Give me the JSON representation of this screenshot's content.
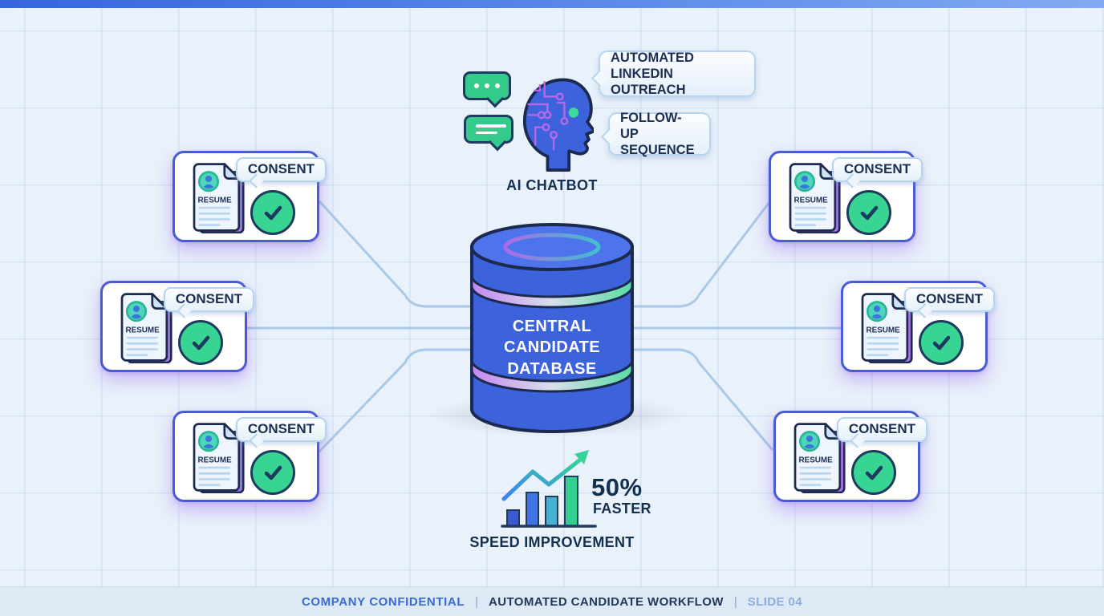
{
  "chatbot": {
    "label": "AI CHATBOT",
    "outreach_bubble": "AUTOMATED LINKEDIN OUTREACH",
    "followup_bubble": "FOLLOW-UP SEQUENCE"
  },
  "database": {
    "line1": "CENTRAL",
    "line2": "CANDIDATE",
    "line3": "DATABASE"
  },
  "cards": [
    {
      "doc_label": "RESUME",
      "consent_label": "CONSENT"
    },
    {
      "doc_label": "RESUME",
      "consent_label": "CONSENT"
    },
    {
      "doc_label": "RESUME",
      "consent_label": "CONSENT"
    },
    {
      "doc_label": "RESUME",
      "consent_label": "CONSENT"
    },
    {
      "doc_label": "RESUME",
      "consent_label": "CONSENT"
    },
    {
      "doc_label": "RESUME",
      "consent_label": "CONSENT"
    }
  ],
  "speed": {
    "value": "50%",
    "unit": "FASTER",
    "caption": "SPEED IMPROVEMENT"
  },
  "footer": {
    "confidential": "COMPANY CONFIDENTIAL",
    "divider1": "|",
    "workflow": "AUTOMATED CANDIDATE WORKFLOW",
    "divider2": "|",
    "slide": "SLIDE 04"
  },
  "icons": [
    "chat-dots-icon",
    "chat-lines-icon",
    "ai-head-icon",
    "database-icon",
    "resume-document-icon",
    "avatar-icon",
    "check-icon",
    "growth-chart-icon",
    "consent-bubble",
    "speech-bubble"
  ],
  "colors": {
    "background": "#e9f1fa",
    "topbar_gradient_start": "#3566dd",
    "topbar_gradient_end": "#82abf1",
    "card_border": "#4a5cd5",
    "outline_navy": "#1d3a5f",
    "database_blue": "#3d63dc",
    "accent_green": "#35cb8d",
    "accent_purple": "#a675e8",
    "connector_blue": "#a9c9e7",
    "footer_bg": "#dde9f5"
  }
}
